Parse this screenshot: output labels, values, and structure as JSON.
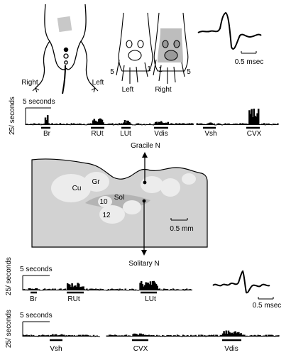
{
  "top_panel": {
    "rat_side_labels": [
      "Right",
      "Left"
    ],
    "paw_labels": [
      "Left",
      "Right"
    ],
    "digit_labels": [
      "5",
      "1",
      "1",
      "5"
    ],
    "spike_scale_label": "0.5 msec",
    "histogram": {
      "time_label": "5 seconds",
      "rate_label": "25/ seconds",
      "stimulus_labels": [
        "Br",
        "RUt",
        "LUt",
        "Vdis",
        "Vsh",
        "CVX"
      ]
    }
  },
  "brainstem": {
    "top_arrow_label": "Gracile N",
    "bottom_arrow_label": "Solitary N",
    "region_labels": [
      "Cu",
      "Gr",
      "10",
      "Sol",
      "12"
    ],
    "scale_label": "0.5 mm"
  },
  "bottom_panel": {
    "histogram_a": {
      "time_label": "5 seconds",
      "rate_label": "25/ seconds",
      "stimulus_labels": [
        "Br",
        "RUt",
        "LUt"
      ]
    },
    "spike_scale_label": "0.5 msec",
    "histogram_b": {
      "time_label": "5 seconds",
      "rate_label": "25/ seconds",
      "stimulus_labels": [
        "Vsh",
        "CVX",
        "Vdis"
      ]
    }
  },
  "colors": {
    "section_fill": "#d2d2d2",
    "region_fill": "#ececec",
    "sol_region_fill": "#b4b4b4",
    "paw_shade": "#bdbdbd",
    "ink": "#000000"
  }
}
